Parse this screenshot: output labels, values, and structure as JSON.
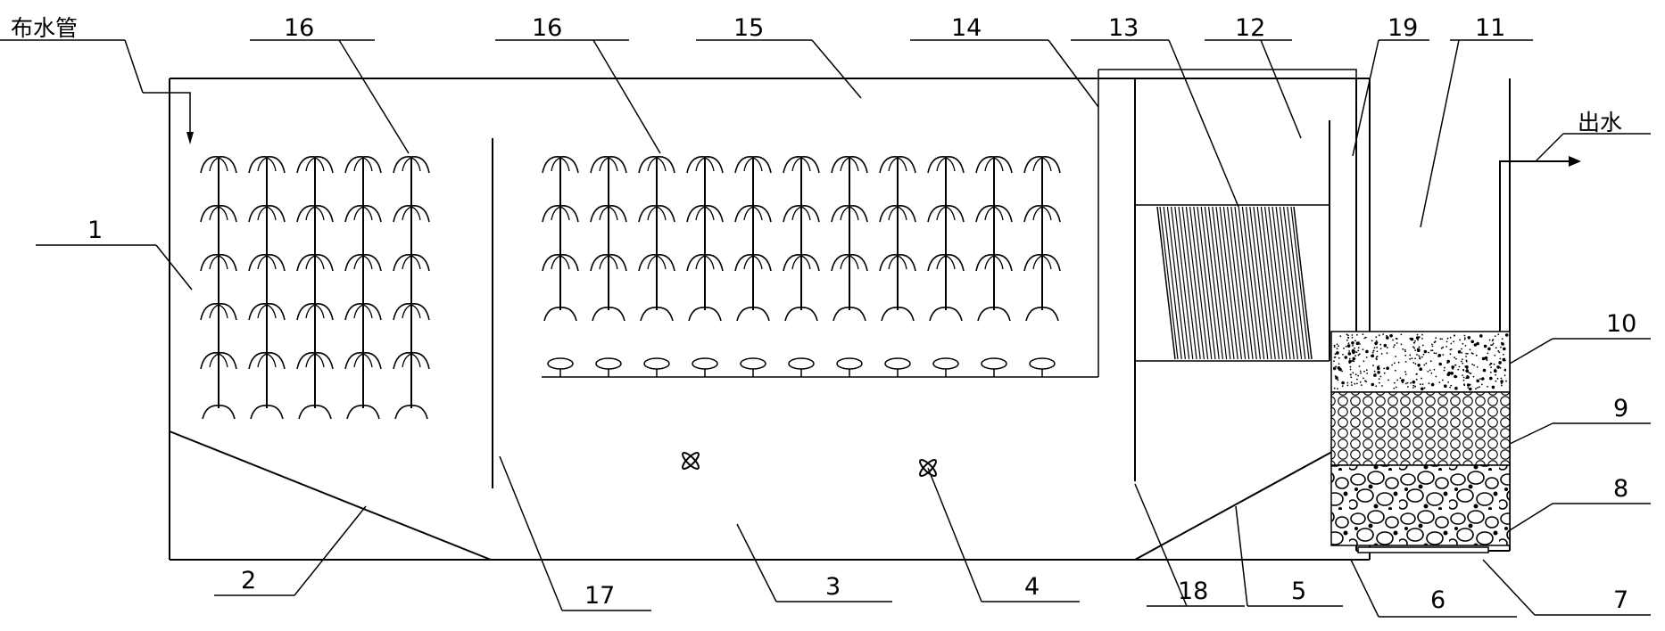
{
  "labels": {
    "pipe": "布水管",
    "outlet": "出水",
    "n1": "1",
    "n2": "2",
    "n3": "3",
    "n4": "4",
    "n5": "5",
    "n6": "6",
    "n7": "7",
    "n8": "8",
    "n9": "9",
    "n10": "10",
    "n11": "11",
    "n12": "12",
    "n13": "13",
    "n14": "14",
    "n15": "15",
    "n16a": "16",
    "n16b": "16",
    "n17": "17",
    "n18": "18",
    "n19": "19"
  },
  "layout": {
    "plant_grid_left": {
      "columns": 5,
      "rows": 6
    },
    "plant_grid_right": {
      "columns": 11,
      "rows": 4
    },
    "aerator_count": 11,
    "mixer_count": 2
  }
}
